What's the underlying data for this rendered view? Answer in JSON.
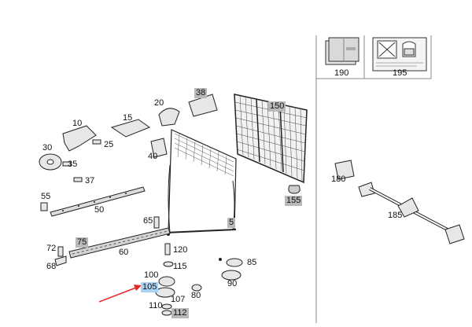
{
  "diagram": {
    "callouts": [
      {
        "id": "p10",
        "text": "10",
        "style": "plain"
      },
      {
        "id": "p15",
        "text": "15",
        "style": "plain"
      },
      {
        "id": "p20",
        "text": "20",
        "style": "plain"
      },
      {
        "id": "p25",
        "text": "25",
        "style": "plain"
      },
      {
        "id": "p30",
        "text": "30",
        "style": "plain"
      },
      {
        "id": "p35",
        "text": "35",
        "style": "plain"
      },
      {
        "id": "p37",
        "text": "37",
        "style": "plain"
      },
      {
        "id": "p38",
        "text": "38",
        "style": "grey"
      },
      {
        "id": "p40",
        "text": "40",
        "style": "plain"
      },
      {
        "id": "p5",
        "text": "5",
        "style": "grey"
      },
      {
        "id": "p50",
        "text": "50",
        "style": "plain"
      },
      {
        "id": "p55",
        "text": "55",
        "style": "plain"
      },
      {
        "id": "p60",
        "text": "60",
        "style": "plain"
      },
      {
        "id": "p65",
        "text": "65",
        "style": "plain"
      },
      {
        "id": "p68",
        "text": "68",
        "style": "plain"
      },
      {
        "id": "p72",
        "text": "72",
        "style": "plain"
      },
      {
        "id": "p75",
        "text": "75",
        "style": "grey"
      },
      {
        "id": "p80",
        "text": "80",
        "style": "plain"
      },
      {
        "id": "p85",
        "text": "85",
        "style": "plain"
      },
      {
        "id": "p90",
        "text": "90",
        "style": "plain"
      },
      {
        "id": "p100",
        "text": "100",
        "style": "plain"
      },
      {
        "id": "p105",
        "text": "105",
        "style": "blue"
      },
      {
        "id": "p107",
        "text": "107",
        "style": "plain"
      },
      {
        "id": "p110",
        "text": "110",
        "style": "plain"
      },
      {
        "id": "p112",
        "text": "112",
        "style": "grey"
      },
      {
        "id": "p115",
        "text": "115",
        "style": "plain"
      },
      {
        "id": "p120",
        "text": "120",
        "style": "plain"
      },
      {
        "id": "p150",
        "text": "150",
        "style": "grey"
      },
      {
        "id": "p155",
        "text": "155",
        "style": "grey"
      },
      {
        "id": "p180",
        "text": "180",
        "style": "plain"
      },
      {
        "id": "p185",
        "text": "185",
        "style": "plain"
      },
      {
        "id": "p190",
        "text": "190",
        "style": "plain"
      },
      {
        "id": "p195",
        "text": "195",
        "style": "plain"
      }
    ],
    "colors": {
      "line": "#222222",
      "grey_tag": "#b9b9b9",
      "highlight_tag": "#a9d3f5",
      "pointer_arrow": "#e8262a",
      "panel_border": "#888888"
    }
  }
}
